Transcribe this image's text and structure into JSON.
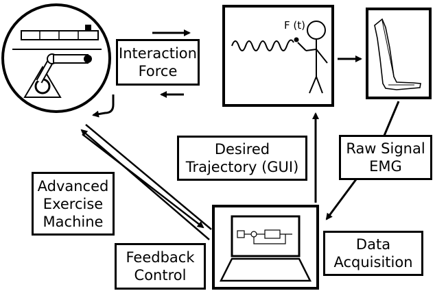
{
  "labels": {
    "interaction": [
      "Interaction",
      "Force"
    ],
    "desired": [
      "Desired",
      "Trajectory (GUI)"
    ],
    "raw": [
      "Raw Signal",
      "EMG"
    ],
    "advanced": [
      "Advanced",
      "Exercise",
      "Machine"
    ],
    "feedback": [
      "Feedback",
      "Control"
    ],
    "daq": [
      "Data",
      "Acquisition"
    ]
  },
  "force_annotation": "F (t)",
  "colors": {
    "stroke": "#000000",
    "background": "#ffffff"
  },
  "icons": [
    "robot-arm-icon",
    "stick-figure-icon",
    "leg-emg-icon",
    "laptop-control-icon"
  ]
}
